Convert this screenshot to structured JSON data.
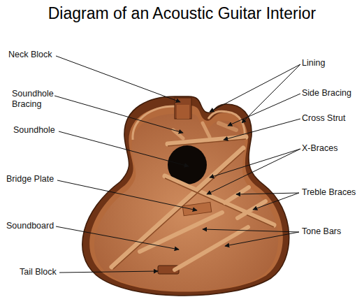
{
  "diagram": {
    "title": "Diagram of an Acoustic Guitar Interior",
    "labels": [
      "Neck Block",
      "Lining",
      "Soundhole Bracing",
      "Side Bracing",
      "Cross Strut",
      "Soundhole",
      "X-Braces",
      "Bridge Plate",
      "Treble Braces",
      "Soundboard",
      "Tone Bars",
      "Tail Block"
    ]
  }
}
